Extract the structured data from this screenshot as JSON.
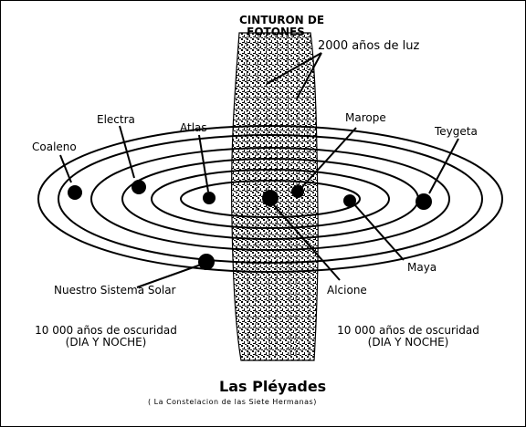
{
  "belt": {
    "line1": "CINTURON DE",
    "line2": "FOTONES",
    "distance": "2000 años de luz"
  },
  "stars": {
    "coaleno": "Coaleno",
    "electra": "Electra",
    "atlas": "Atlas",
    "marope": "Marope",
    "teygeta": "Teygeta",
    "maya": "Maya",
    "alcione": "Alcione",
    "solar": "Nuestro Sistema Solar"
  },
  "darkness": {
    "left": {
      "line1": "10 000 años de oscuridad",
      "line2": "(DIA Y NOCHE)"
    },
    "right": {
      "line1": "10 000 años de oscuridad",
      "line2": "(DIA Y NOCHE)"
    }
  },
  "title": "Las Pléyades",
  "subtitle": "( La Constelacion de las Siete Hermanas)",
  "colors": {
    "ink": "#000000",
    "background": "#ffffff",
    "belt_fill": "#8a8a8a"
  }
}
